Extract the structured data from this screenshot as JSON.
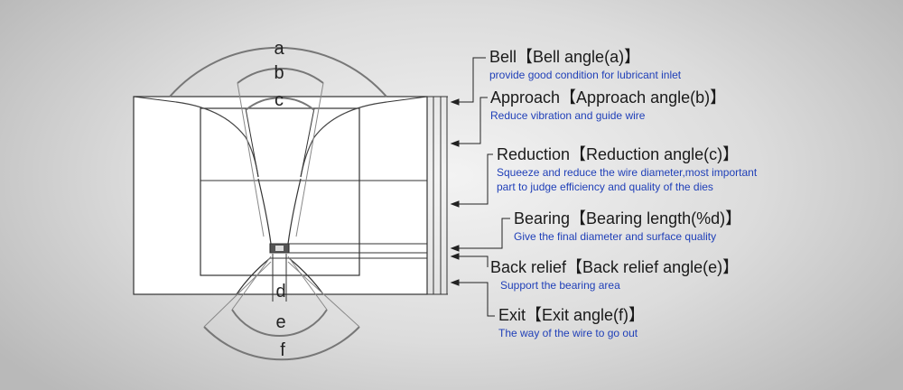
{
  "angle_letters": {
    "a": "a",
    "b": "b",
    "c": "c",
    "d": "d",
    "e": "e",
    "f": "f"
  },
  "parts": [
    {
      "title": "Bell【Bell angle(a)】",
      "desc": [
        "provide good condition for lubricant inlet"
      ]
    },
    {
      "title": "Approach【Approach angle(b)】",
      "desc": [
        "Reduce vibration and guide wire"
      ]
    },
    {
      "title": "Reduction【Reduction angle(c)】",
      "desc": [
        "Squeeze and reduce the wire diameter,most important",
        "part to judge efficiency and quality of the dies"
      ]
    },
    {
      "title": "Bearing【Bearing length(%d)】",
      "desc": [
        "Give the final diameter and surface quality"
      ]
    },
    {
      "title": "Back relief【Back relief angle(e)】",
      "desc": [
        "Support the bearing area"
      ]
    },
    {
      "title": "Exit【Exit angle(f)】",
      "desc": [
        "The way of the wire to go out"
      ]
    }
  ],
  "colors": {
    "line": "#333333",
    "light_line": "#888888",
    "desc_text": "#1f3fb8",
    "title_text": "#1a1a1a"
  }
}
